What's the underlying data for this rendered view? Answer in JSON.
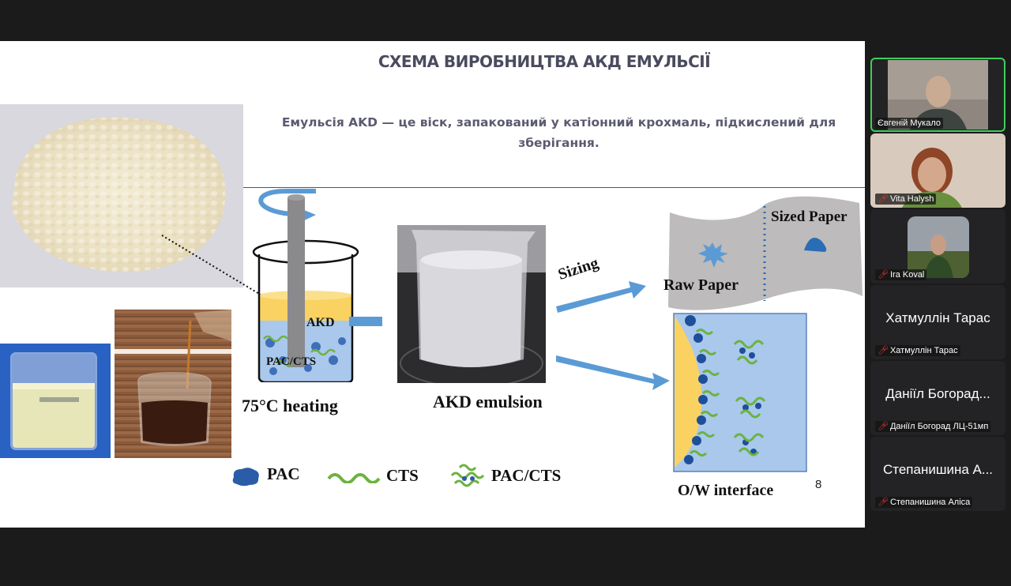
{
  "slide": {
    "title": "СХЕМА ВИРОБНИЦТВА АКД ЕМУЛЬСІЇ",
    "subtitle": "Емульсія AKD — це віск, запакований у катіонний крохмаль, підкислений для зберігання.",
    "page_number": "8",
    "diagram": {
      "beaker_top_label": "AKD",
      "beaker_bottom_label": "PAC/CTS",
      "heating_label": "75°C heating",
      "emulsion_label": "AKD emulsion",
      "sizing_label": "Sizing",
      "raw_paper_label": "Raw Paper",
      "sized_paper_label": "Sized Paper",
      "interface_label": "O/W interface",
      "legend": [
        {
          "icon": "pac-blob-icon",
          "label": "PAC"
        },
        {
          "icon": "cts-wave-icon",
          "label": "CTS"
        },
        {
          "icon": "pac-cts-complex-icon",
          "label": "PAC/CTS"
        }
      ]
    },
    "colors": {
      "akd_yellow": "#f9d262",
      "water_blue": "#a9c8ec",
      "arrow_blue": "#5b9bd5",
      "pac_navy": "#2a5ca8",
      "cts_green": "#6cb33f",
      "paper_gray": "#bdbbbb",
      "title_gray": "#4a4b5e"
    }
  },
  "participants": [
    {
      "name": "Євгеній Мукало",
      "video": true,
      "active_speaker": true,
      "muted": false
    },
    {
      "name": "Vita Halysh",
      "video": true,
      "muted": true
    },
    {
      "name": "Ira Koval",
      "avatar": true,
      "muted": true
    },
    {
      "name": "Хатмуллін Тарас",
      "display": "Хатмуллін Тарас",
      "muted": true
    },
    {
      "name": "Даніїл Богорад ЛЦ-51мп",
      "display": "Даніїл Богорад...",
      "muted": true
    },
    {
      "name": "Степанишина Аліса",
      "display": "Степанишина А...",
      "muted": true
    }
  ]
}
